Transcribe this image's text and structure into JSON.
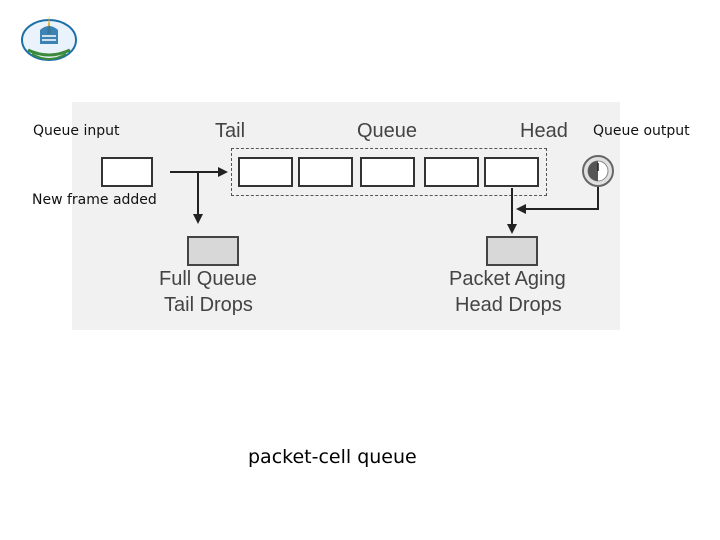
{
  "slide": {
    "input_label": "Queue input",
    "output_label": "Queue output",
    "new_frame_label": "New frame added",
    "caption": "packet-cell queue"
  },
  "diagram": {
    "tail_label": "Tail",
    "queue_label": "Queue",
    "head_label": "Head",
    "tail_drop_line1": "Full Queue",
    "tail_drop_line2": "Tail Drops",
    "head_drop_line1": "Packet Aging",
    "head_drop_line2": "Head Drops",
    "queue_cells": 5
  },
  "colors": {
    "figure_bg": "#f1f1f1",
    "drop_fill": "#d8d8d8",
    "logo_primary": "#1c6fa8",
    "logo_accent": "#d8b130",
    "logo_green": "#3a8a3a"
  }
}
